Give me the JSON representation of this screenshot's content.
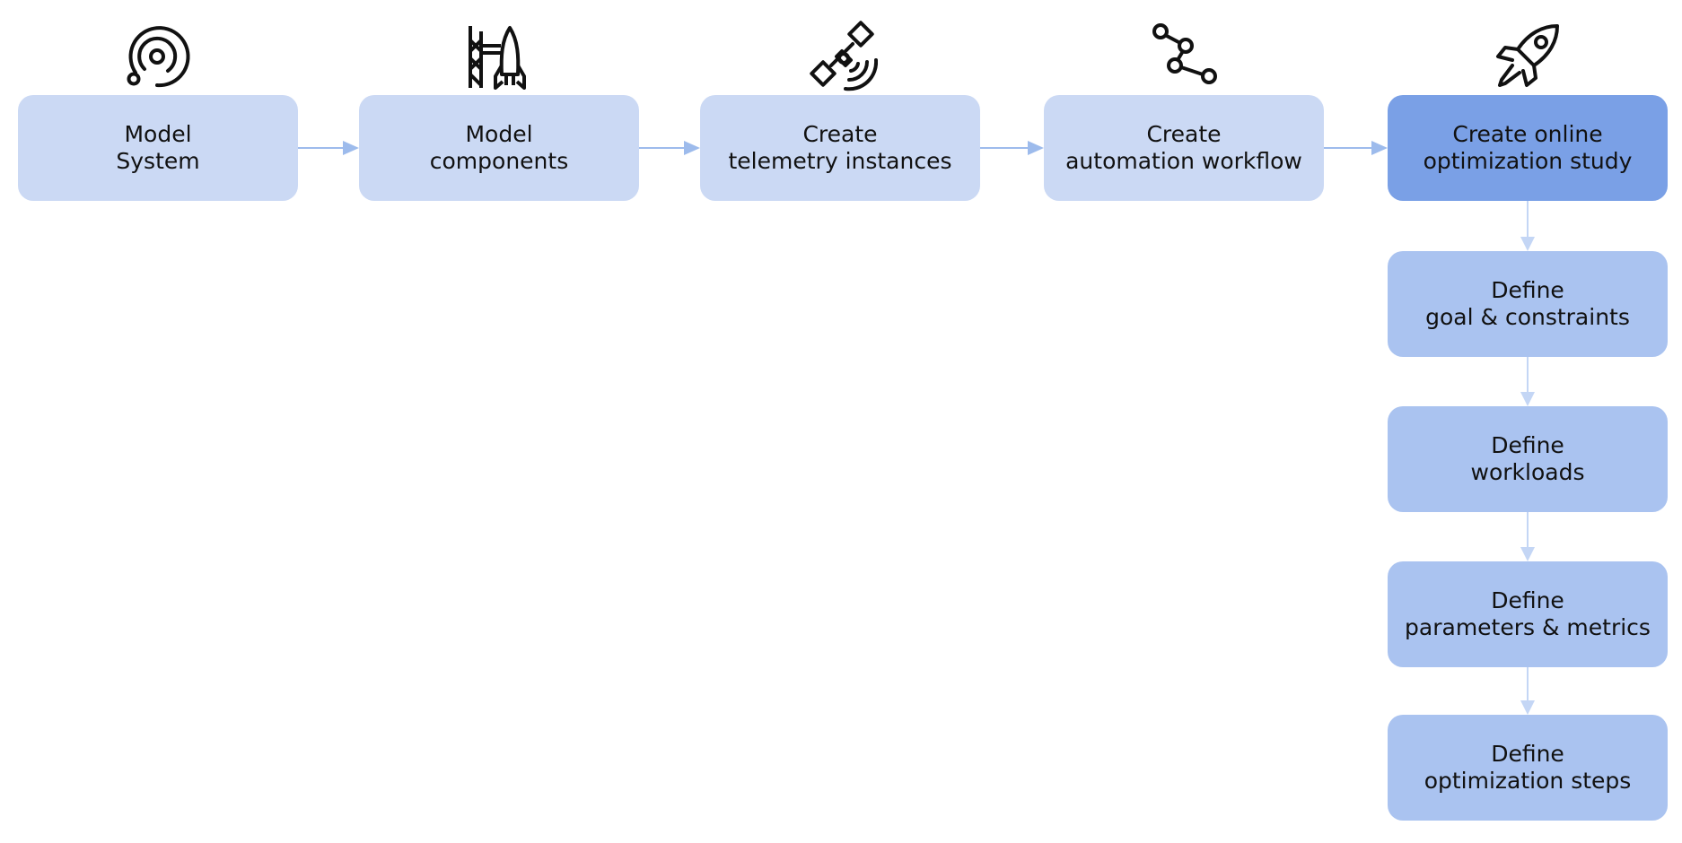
{
  "steps": [
    {
      "line1": "Model",
      "line2": "System",
      "icon": "orbit-icon"
    },
    {
      "line1": "Model",
      "line2": "components",
      "icon": "launch-tower-rocket-icon"
    },
    {
      "line1": "Create",
      "line2": "telemetry instances",
      "icon": "satellite-icon"
    },
    {
      "line1": "Create",
      "line2": "automation workflow",
      "icon": "workflow-nodes-icon"
    },
    {
      "line1": "Create online",
      "line2": "optimization study",
      "icon": "rocket-icon"
    }
  ],
  "substeps": [
    {
      "line1": "Define",
      "line2": "goal & constraints"
    },
    {
      "line1": "Define",
      "line2": "workloads"
    },
    {
      "line1": "Define",
      "line2": "parameters & metrics"
    },
    {
      "line1": "Define",
      "line2": "optimization steps"
    }
  ],
  "colors": {
    "step_box": "#cbd9f4",
    "active_box": "#7aa0e6",
    "substep_box": "#aac3f0",
    "horizontal_arrow": "#9dbbec",
    "vertical_arrow": "#c4d6f5",
    "icon_stroke": "#111111"
  }
}
